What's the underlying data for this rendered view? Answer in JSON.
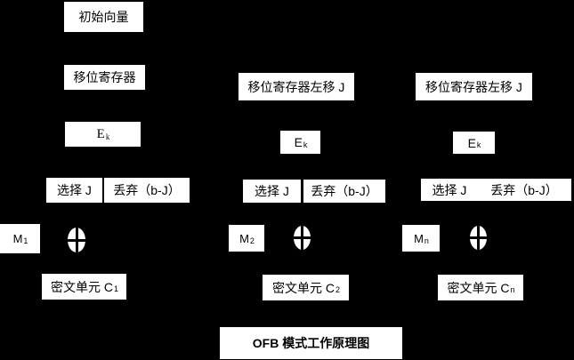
{
  "colors": {
    "background": "#000000",
    "box_background": "#ffffff",
    "box_text": "#000000"
  },
  "title": "OFB 模式工作原理图",
  "col1": {
    "iv": "初始向量",
    "shift": "移位寄存器",
    "e_base": "E",
    "e_sub": "k",
    "select": "选择 J",
    "discard": "丢弃（b-J）",
    "m_base": "M",
    "m_sub": "1",
    "c_label": "密文单元 C",
    "c_sub": "1"
  },
  "col2": {
    "shift": "移位寄存器左移 J",
    "e_base": "E",
    "e_sub": "k",
    "select": "选择 J",
    "discard": "丢弃（b-J）",
    "m_base": "M",
    "m_sub": "2",
    "c_label": "密文单元 C",
    "c_sub": "2"
  },
  "col3": {
    "shift": "移位寄存器左移 J",
    "e_base": "E",
    "e_sub": "k",
    "select": "选择 J",
    "discard": "丢弃（b-J）",
    "m_base": "M",
    "m_sub": "n",
    "c_label": "密文单元 C",
    "c_sub": "n"
  },
  "icons": {
    "xor": "xor-circle-plus"
  }
}
